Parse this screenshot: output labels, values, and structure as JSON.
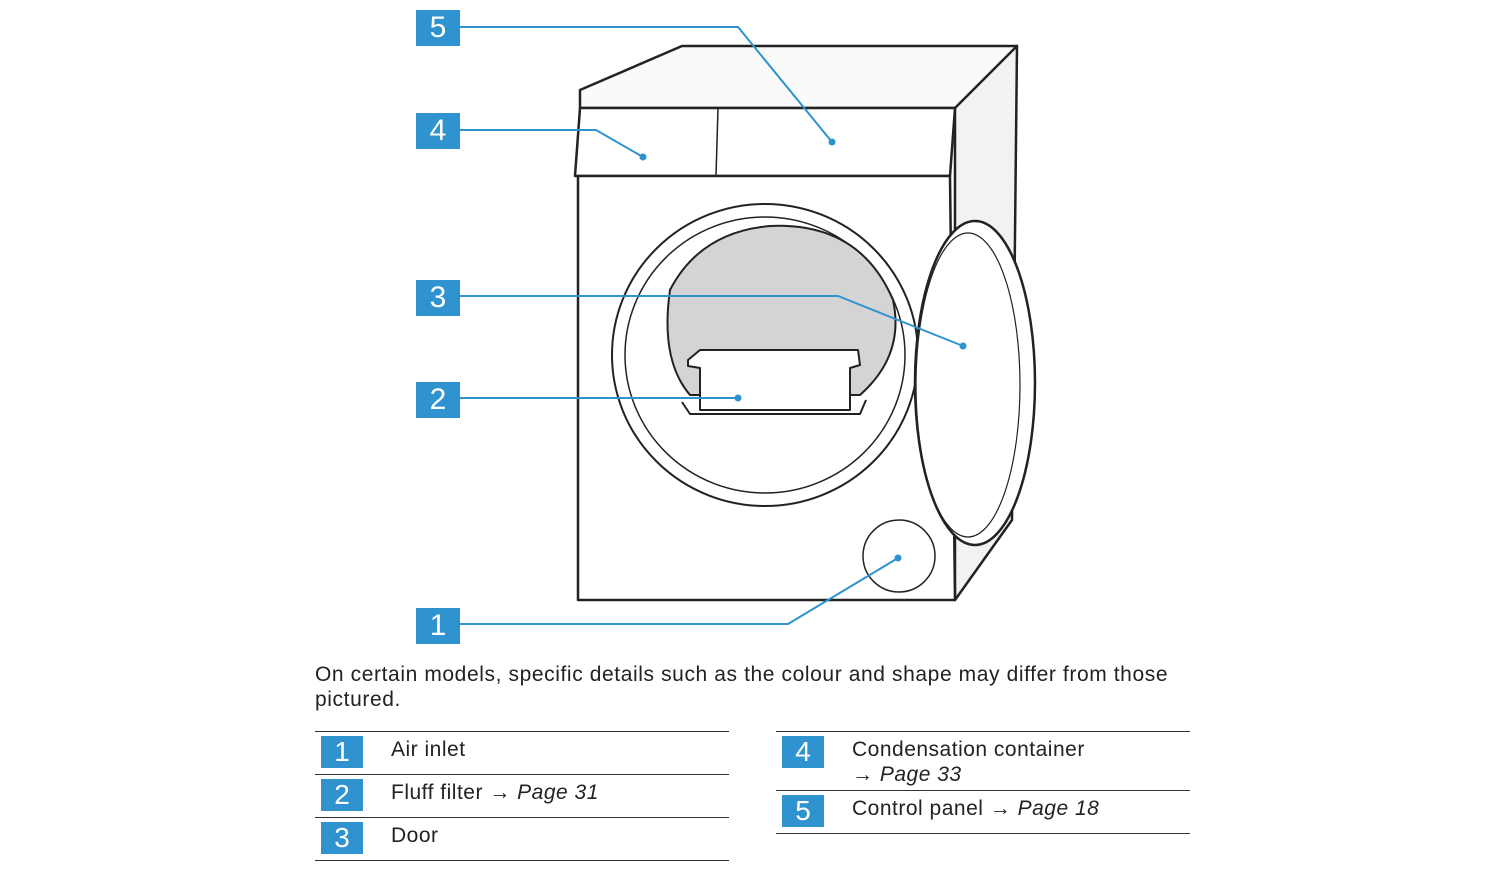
{
  "callouts": [
    "1",
    "2",
    "3",
    "4",
    "5"
  ],
  "caption": "On certain models, specific details such as the colour and shape may differ from those pictured.",
  "legend": {
    "left": [
      {
        "num": "1",
        "label": "Air inlet",
        "ref": ""
      },
      {
        "num": "2",
        "label": "Fluff filter",
        "ref": "Page 31"
      },
      {
        "num": "3",
        "label": "Door",
        "ref": ""
      }
    ],
    "right": [
      {
        "num": "4",
        "label": "Condensation container",
        "ref": "Page 33"
      },
      {
        "num": "5",
        "label": "Control panel",
        "ref": "Page 18"
      }
    ]
  },
  "arrow_glyph": "→",
  "colors": {
    "accent": "#2e93cf",
    "line": "#333333",
    "leader": "#2e93cf",
    "drum": "#d4d4d4"
  }
}
